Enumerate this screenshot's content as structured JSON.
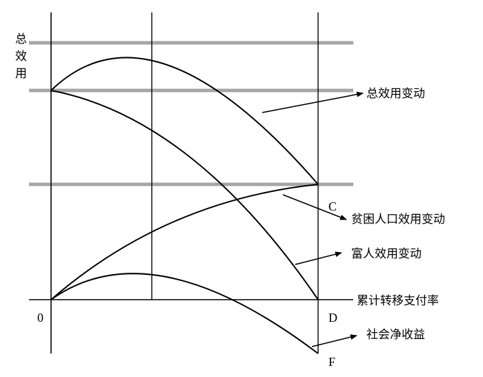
{
  "axes": {
    "y_label": [
      "总",
      "效",
      "用"
    ],
    "x_label": "累计转移支付率",
    "origin": "0"
  },
  "points": {
    "C": "C",
    "D": "D",
    "F": "F"
  },
  "annotations": {
    "total_utility_change": "总效用变动",
    "poor_utility_change": "贫困人口效用变动",
    "rich_utility_change": "富人效用变动",
    "net_social_benefit": "社会净收益"
  },
  "colors": {
    "curve": "#000000",
    "reference_line": "#a6a6a6"
  }
}
